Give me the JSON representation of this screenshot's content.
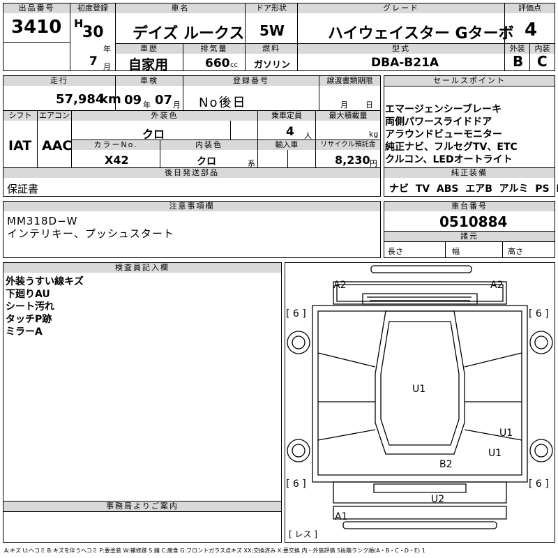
{
  "lot": {
    "label": "出品番号",
    "value": "3410"
  },
  "reg": {
    "label": "初度登録",
    "era": "H",
    "year": "30",
    "year_unit": "年",
    "month": "7",
    "month_unit": "月"
  },
  "car": {
    "label": "車名",
    "value": "デイズ ルークス"
  },
  "door": {
    "label": "ドア形状",
    "value": "5W"
  },
  "grade": {
    "label": "グレード",
    "value": "ハイウェイスター Gターボ"
  },
  "score": {
    "label": "評価点",
    "value": "4",
    "ext_label": "外装",
    "int_label": "内装",
    "ext": "B",
    "int": "C"
  },
  "history": {
    "label": "車歴",
    "value": "自家用"
  },
  "displacement": {
    "label": "排気量",
    "value": "660",
    "unit": "cc"
  },
  "fuel": {
    "label": "燃料",
    "value": "ガソリン"
  },
  "model": {
    "label": "型式",
    "value": "DBA-B21A"
  },
  "mileage": {
    "label": "走行",
    "value": "57,984",
    "unit": "km"
  },
  "inspection": {
    "label": "車検",
    "year": "09",
    "year_unit": "年",
    "month": "07",
    "month_unit": "月"
  },
  "plate": {
    "label": "登録番号",
    "value": "No後日"
  },
  "transfer": {
    "label": "譲渡書類期限",
    "month_unit": "月",
    "day_unit": "日"
  },
  "sales": {
    "label": "セールスポイント",
    "lines": [
      "エマージェンシーブレーキ",
      "両側パワースライドドア",
      "アラウンドビューモニター",
      "純正ナビ、フルセグTV、ETC",
      "クルコン、LEDオートライト"
    ]
  },
  "shift": {
    "label": "シフト",
    "value": "IAT"
  },
  "ac": {
    "label": "エアコン",
    "value": "AAC"
  },
  "ext_color": {
    "label": "外装色",
    "value": "クロ"
  },
  "capacity": {
    "label": "乗車定員",
    "value": "4",
    "unit": "人"
  },
  "maxload": {
    "label": "最大積載量",
    "unit": "kg"
  },
  "color_no": {
    "label": "カラーNo.",
    "value": "X42"
  },
  "int_color": {
    "label": "内装色",
    "value": "クロ",
    "unit": "系"
  },
  "import": {
    "label": "輸入車"
  },
  "recycle": {
    "label": "リサイクル預託金",
    "value": "8,230",
    "unit": "円"
  },
  "later": {
    "label": "後日発送部品",
    "value": "保証書"
  },
  "equipment": {
    "label": "純正装備",
    "items": [
      "ナビ",
      "TV",
      "ABS",
      "エアB",
      "アルミ",
      "PS",
      "PW"
    ]
  },
  "notes": {
    "label": "注意事項欄",
    "lines": [
      "MM318D−W",
      "インテリキー、プッシュスタート"
    ]
  },
  "chassis": {
    "label": "車台番号",
    "value": "0510884"
  },
  "dims": {
    "label": "諸元",
    "length": "長さ",
    "width": "幅",
    "height": "高さ"
  },
  "inspector": {
    "label": "検査員記入欄",
    "lines": [
      "外装うすい線キズ",
      "下廻りAU",
      "シート汚れ",
      "タッチP跡",
      "ミラーA"
    ]
  },
  "office": {
    "label": "事務局よりご案内"
  },
  "diagram": {
    "a2_left": "A2",
    "a2_right": "A2",
    "six_tl": "[ 6 ]",
    "six_tr": "[ 6 ]",
    "six_bl": "[ 6 ]",
    "six_br": "[ 6 ]",
    "u1_roof": "U1",
    "u1_side1": "U1",
    "u1_side2": "U1",
    "b2": "B2",
    "u2": "U2",
    "a1": "A1",
    "less": "[ レス ]"
  },
  "legend": "A:キズ U:ヘコミ B:キズを伴うヘコミ P:要塗装 W:補修跡 S:錆 C:腐食 G:フロントガラス点キズ XX:交換済み X:要交換 内・外装評価 5段階ランク順(A・B・C・D・E) 1"
}
